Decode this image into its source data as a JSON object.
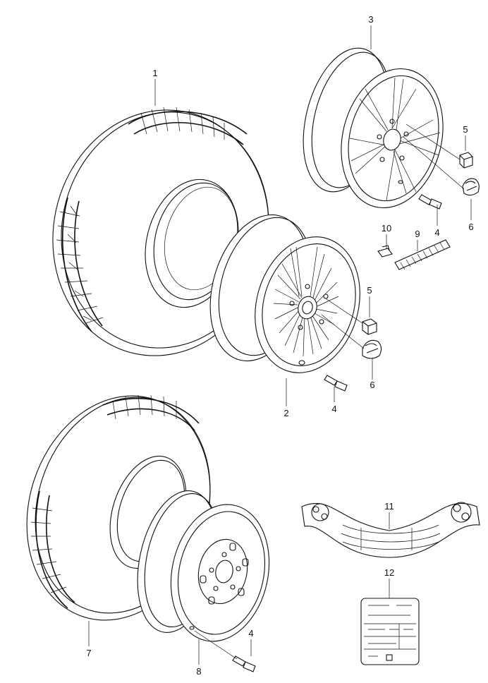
{
  "parts": {
    "tire_top": "1",
    "alloy_wheel_front": "2",
    "alloy_wheel_back": "3",
    "valve_a": "4",
    "valve_b": "4",
    "valve_c": "4",
    "nut_a": "5",
    "nut_b": "5",
    "clip_a": "6",
    "clip_b": "6",
    "tire_bottom": "7",
    "steel_wheel": "8",
    "weight_strip": "9",
    "clip_weight": "10",
    "tool_tray": "11",
    "label_sticker": "12"
  }
}
